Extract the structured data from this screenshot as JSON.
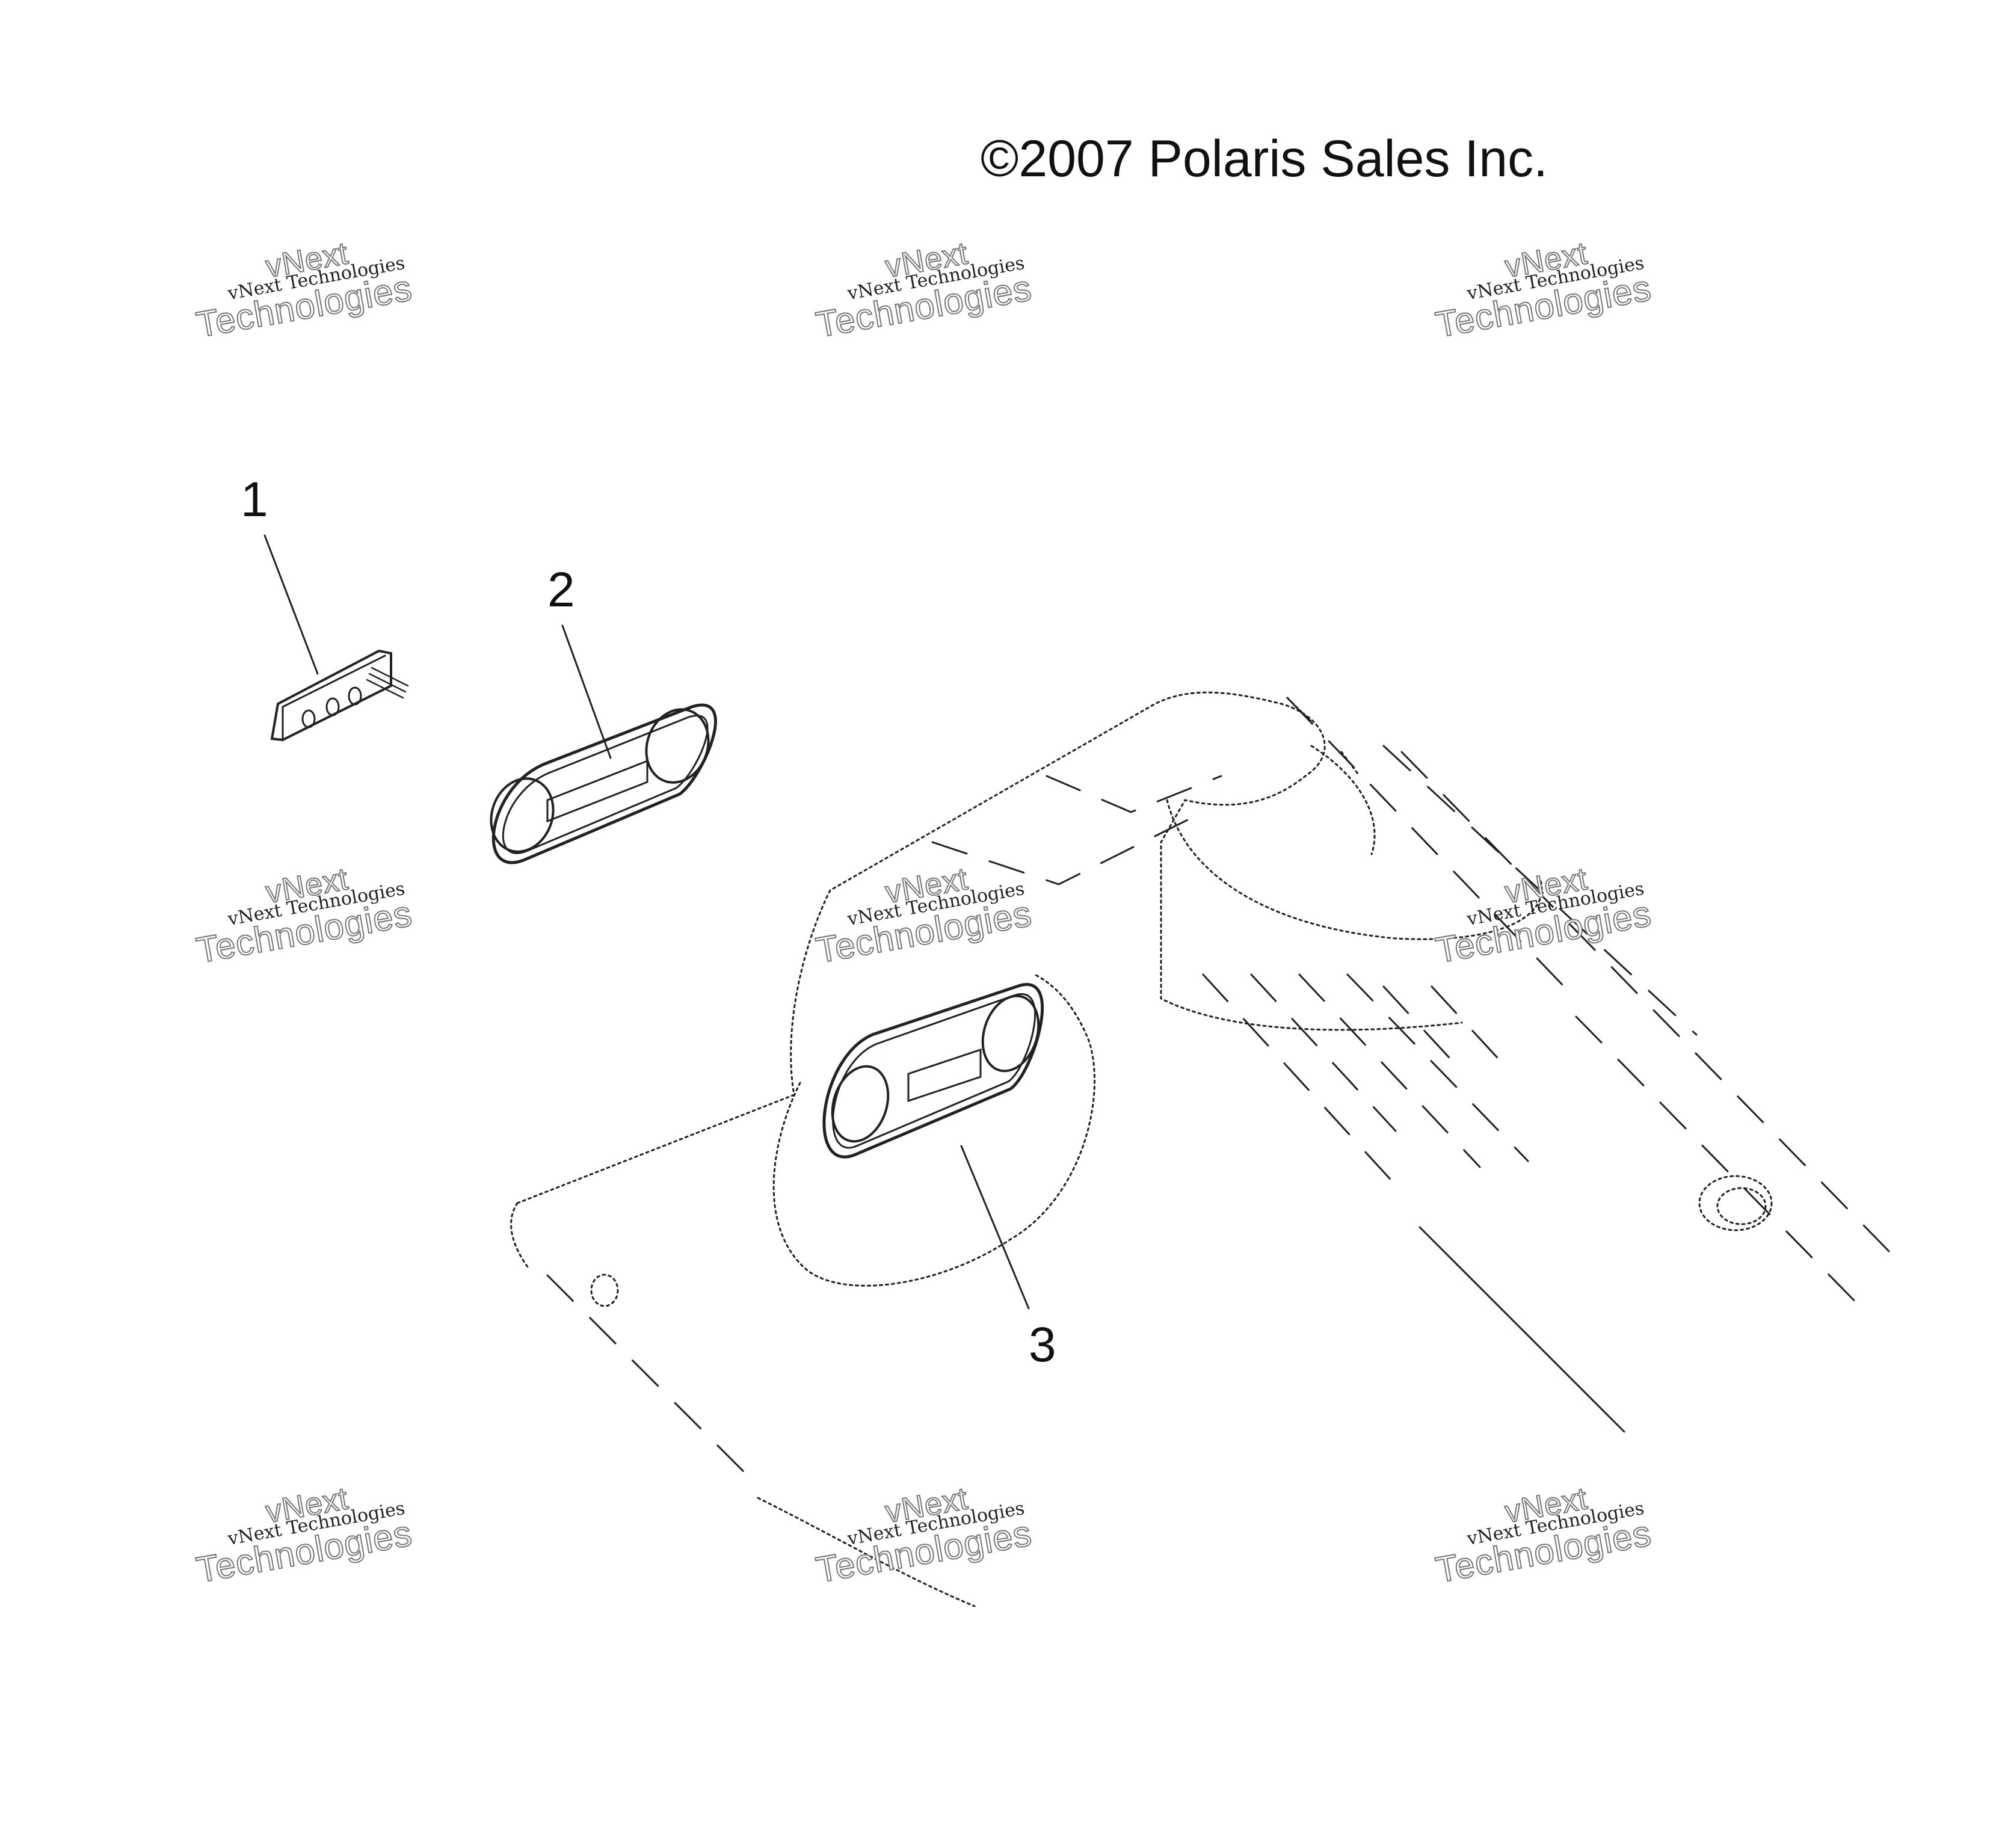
{
  "copyright": "©2007 Polaris Sales Inc.",
  "callouts": [
    "1",
    "2",
    "3"
  ],
  "watermark": {
    "line1": "vNext",
    "line2": "vNext Technologies",
    "line3": "Technologies"
  }
}
